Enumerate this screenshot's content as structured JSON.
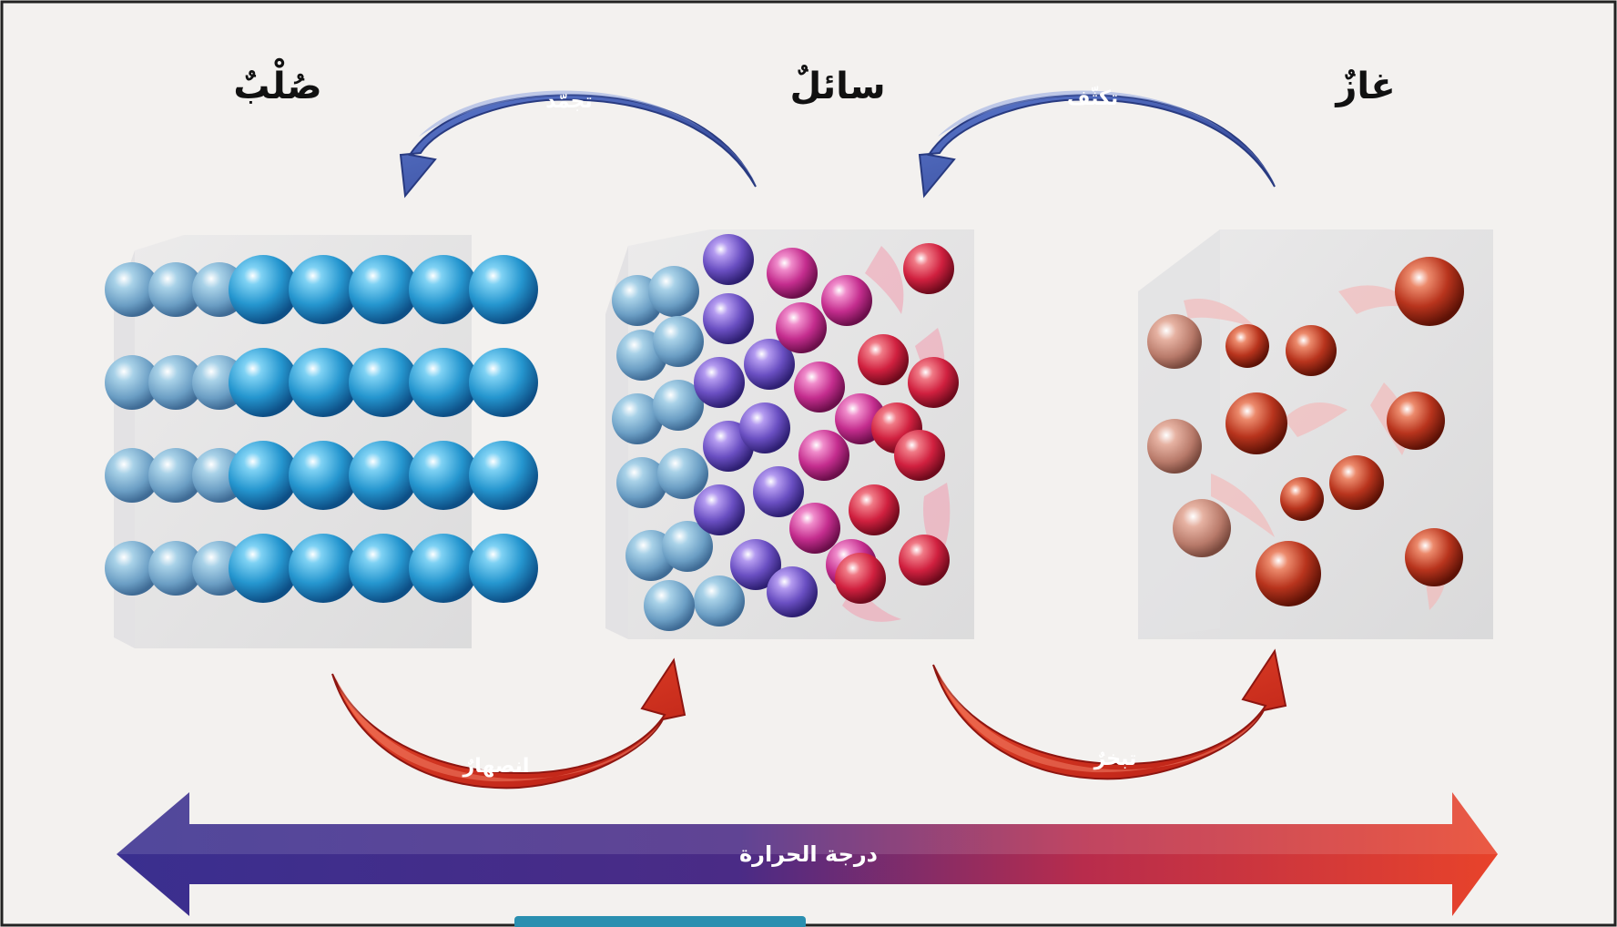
{
  "states": {
    "solid": "صُلْبٌ",
    "liquid": "سائلٌ",
    "gas": "غازٌ"
  },
  "transitions": {
    "freezing": "تجمّد",
    "condensation": "تكثّف",
    "melting": "انصهارٌ",
    "evaporation": "تبخرٌ"
  },
  "temperature_axis": {
    "label": "درجة الحرارة",
    "cold_color": "#3a2f8f",
    "hot_color": "#e8432a"
  },
  "colors": {
    "solid_particle": "#2aa3d9",
    "liquid_particle_cold": "#6a4fc2",
    "liquid_particle_hot": "#d0203f",
    "gas_particle": "#b8341d",
    "cool_arrow": "#4863b8",
    "warm_arrow": "#e23a24",
    "background": "#f3f1ef"
  }
}
